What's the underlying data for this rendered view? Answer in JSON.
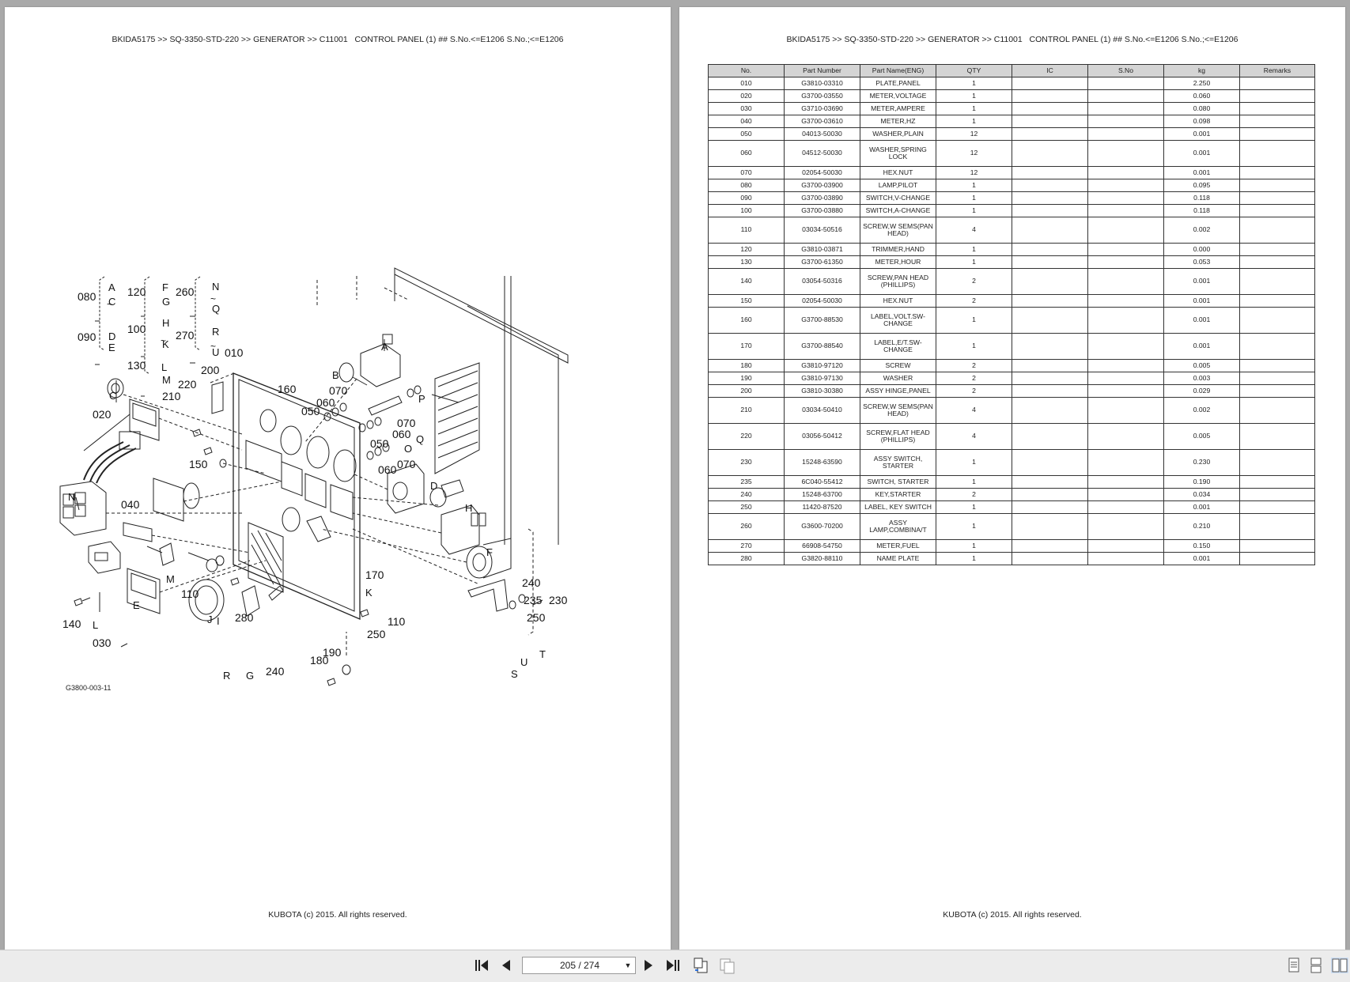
{
  "header": "BKIDA5175 >> SQ-3350-STD-220 >> GENERATOR >> C11001   CONTROL PANEL (1) ## S.No.<=E1206 S.No.;<=E1206",
  "footer": "KUBOTA (c) 2015. All rights reserved.",
  "figure_code": "G3800-003-11",
  "columns": [
    "No.",
    "Part Number",
    "Part Name(ENG)",
    "QTY",
    "IC",
    "S.No",
    "kg",
    "Remarks"
  ],
  "parts": [
    {
      "no": "010",
      "pn": "G3810-03310",
      "name": "PLATE,PANEL",
      "qty": "1",
      "ic": "",
      "sno": "",
      "kg": "2.250",
      "rem": ""
    },
    {
      "no": "020",
      "pn": "G3700-03550",
      "name": "METER,VOLTAGE",
      "qty": "1",
      "ic": "",
      "sno": "",
      "kg": "0.060",
      "rem": ""
    },
    {
      "no": "030",
      "pn": "G3710-03690",
      "name": "METER,AMPERE",
      "qty": "1",
      "ic": "",
      "sno": "",
      "kg": "0.080",
      "rem": ""
    },
    {
      "no": "040",
      "pn": "G3700-03610",
      "name": "METER,HZ",
      "qty": "1",
      "ic": "",
      "sno": "",
      "kg": "0.098",
      "rem": ""
    },
    {
      "no": "050",
      "pn": "04013-50030",
      "name": "WASHER,PLAIN",
      "qty": "12",
      "ic": "",
      "sno": "",
      "kg": "0.001",
      "rem": ""
    },
    {
      "no": "060",
      "pn": "04512-50030",
      "name": "WASHER,SPRING LOCK",
      "qty": "12",
      "ic": "",
      "sno": "",
      "kg": "0.001",
      "rem": ""
    },
    {
      "no": "070",
      "pn": "02054-50030",
      "name": "HEX.NUT",
      "qty": "12",
      "ic": "",
      "sno": "",
      "kg": "0.001",
      "rem": ""
    },
    {
      "no": "080",
      "pn": "G3700-03900",
      "name": "LAMP,PILOT",
      "qty": "1",
      "ic": "",
      "sno": "",
      "kg": "0.095",
      "rem": ""
    },
    {
      "no": "090",
      "pn": "G3700-03890",
      "name": "SWITCH,V-CHANGE",
      "qty": "1",
      "ic": "",
      "sno": "",
      "kg": "0.118",
      "rem": ""
    },
    {
      "no": "100",
      "pn": "G3700-03880",
      "name": "SWITCH,A-CHANGE",
      "qty": "1",
      "ic": "",
      "sno": "",
      "kg": "0.118",
      "rem": ""
    },
    {
      "no": "110",
      "pn": "03034-50516",
      "name": "SCREW,W SEMS(PAN HEAD)",
      "qty": "4",
      "ic": "",
      "sno": "",
      "kg": "0.002",
      "rem": ""
    },
    {
      "no": "120",
      "pn": "G3810-03871",
      "name": "TRIMMER,HAND",
      "qty": "1",
      "ic": "",
      "sno": "",
      "kg": "0.000",
      "rem": ""
    },
    {
      "no": "130",
      "pn": "G3700-61350",
      "name": "METER,HOUR",
      "qty": "1",
      "ic": "",
      "sno": "",
      "kg": "0.053",
      "rem": ""
    },
    {
      "no": "140",
      "pn": "03054-50316",
      "name": "SCREW,PAN HEAD (PHILLIPS)",
      "qty": "2",
      "ic": "",
      "sno": "",
      "kg": "0.001",
      "rem": ""
    },
    {
      "no": "150",
      "pn": "02054-50030",
      "name": "HEX.NUT",
      "qty": "2",
      "ic": "",
      "sno": "",
      "kg": "0.001",
      "rem": ""
    },
    {
      "no": "160",
      "pn": "G3700-88530",
      "name": "LABEL,VOLT.SW-CHANGE",
      "qty": "1",
      "ic": "",
      "sno": "",
      "kg": "0.001",
      "rem": ""
    },
    {
      "no": "170",
      "pn": "G3700-88540",
      "name": "LABEL,E/T.SW-CHANGE",
      "qty": "1",
      "ic": "",
      "sno": "",
      "kg": "0.001",
      "rem": ""
    },
    {
      "no": "180",
      "pn": "G3810-97120",
      "name": "SCREW",
      "qty": "2",
      "ic": "",
      "sno": "",
      "kg": "0.005",
      "rem": ""
    },
    {
      "no": "190",
      "pn": "G3810-97130",
      "name": "WASHER",
      "qty": "2",
      "ic": "",
      "sno": "",
      "kg": "0.003",
      "rem": ""
    },
    {
      "no": "200",
      "pn": "G3810-30380",
      "name": "ASSY HINGE,PANEL",
      "qty": "2",
      "ic": "",
      "sno": "",
      "kg": "0.029",
      "rem": ""
    },
    {
      "no": "210",
      "pn": "03034-50410",
      "name": "SCREW,W SEMS(PAN HEAD)",
      "qty": "4",
      "ic": "",
      "sno": "",
      "kg": "0.002",
      "rem": ""
    },
    {
      "no": "220",
      "pn": "03056-50412",
      "name": "SCREW,FLAT HEAD (PHILLIPS)",
      "qty": "4",
      "ic": "",
      "sno": "",
      "kg": "0.005",
      "rem": ""
    },
    {
      "no": "230",
      "pn": "15248-63590",
      "name": "ASSY SWITCH, STARTER",
      "qty": "1",
      "ic": "",
      "sno": "",
      "kg": "0.230",
      "rem": ""
    },
    {
      "no": "235",
      "pn": "6C040-55412",
      "name": "SWITCH, STARTER",
      "qty": "1",
      "ic": "",
      "sno": "",
      "kg": "0.190",
      "rem": ""
    },
    {
      "no": "240",
      "pn": "15248-63700",
      "name": "KEY,STARTER",
      "qty": "2",
      "ic": "",
      "sno": "",
      "kg": "0.034",
      "rem": ""
    },
    {
      "no": "250",
      "pn": "11420-87520",
      "name": "LABEL, KEY SWITCH",
      "qty": "1",
      "ic": "",
      "sno": "",
      "kg": "0.001",
      "rem": ""
    },
    {
      "no": "260",
      "pn": "G3600-70200",
      "name": "ASSY LAMP,COMBINA/T",
      "qty": "1",
      "ic": "",
      "sno": "",
      "kg": "0.210",
      "rem": ""
    },
    {
      "no": "270",
      "pn": "66908-54750",
      "name": "METER,FUEL",
      "qty": "1",
      "ic": "",
      "sno": "",
      "kg": "0.150",
      "rem": ""
    },
    {
      "no": "280",
      "pn": "G3820-88110",
      "name": "NAME PLATE",
      "qty": "1",
      "ic": "",
      "sno": "",
      "kg": "0.001",
      "rem": ""
    }
  ],
  "callouts": {
    "group_label": "~",
    "labels": [
      "080",
      "120",
      "260",
      "090",
      "100",
      "270",
      "130",
      "010",
      "200",
      "220",
      "210",
      "020",
      "160",
      "070",
      "060",
      "050",
      "070",
      "060",
      "050",
      "060",
      "070",
      "150",
      "040",
      "140",
      "110",
      "280",
      "250",
      "110",
      "170",
      "030",
      "180",
      "190",
      "240",
      "235",
      "250",
      "230",
      "240"
    ],
    "letters": [
      "A",
      "C",
      "F",
      "G",
      "N",
      "Q",
      "D",
      "E",
      "H",
      "K",
      "R",
      "U",
      "L",
      "M",
      "C",
      "B",
      "A",
      "P",
      "O",
      "Q",
      "N",
      "D",
      "H",
      "F",
      "M",
      "E",
      "L",
      "I",
      "J",
      "K",
      "R",
      "G",
      "S",
      "U",
      "T"
    ]
  },
  "toolbar": {
    "page_value": "205 / 274",
    "first_icon": "first-page-icon",
    "prev_icon": "previous-page-icon",
    "next_icon": "next-page-icon",
    "last_icon": "last-page-icon"
  }
}
